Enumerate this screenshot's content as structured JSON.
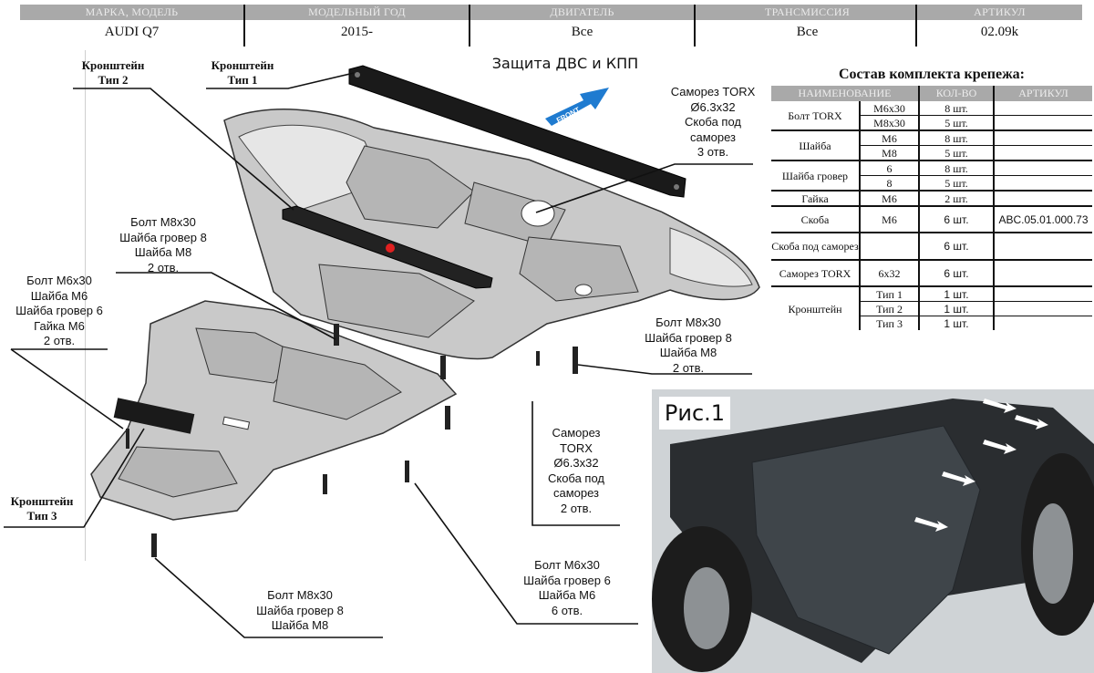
{
  "header": {
    "columns": [
      {
        "label": "МАРКА, МОДЕЛЬ",
        "value": "AUDI Q7"
      },
      {
        "label": "МОДЕЛЬНЫЙ ГОД",
        "value": "2015-"
      },
      {
        "label": "ДВИГАТЕЛЬ",
        "value": "Все"
      },
      {
        "label": "ТРАНСМИССИЯ",
        "value": "Все"
      },
      {
        "label": "АРТИКУЛ",
        "value": "02.09k"
      }
    ]
  },
  "title": "Защита ДВС и КПП",
  "front_arrow": {
    "label": "FRONT",
    "color": "#1f7bd0"
  },
  "callouts": {
    "bracket_type2": {
      "line1": "Кронштейн",
      "line2": "Тип 2"
    },
    "bracket_type1": {
      "line1": "Кронштейн",
      "line2": "Тип 1"
    },
    "bracket_type3": {
      "line1": "Кронштейн",
      "line2": "Тип 3"
    },
    "screw_top": {
      "lines": [
        "Саморез TORX",
        "Ø6.3x32",
        "Скоба под",
        "саморез",
        "3 отв."
      ]
    },
    "bolt_m8_left": {
      "lines": [
        "Болт М8х30",
        "Шайба гровер  8",
        "Шайба М8",
        "2 отв."
      ]
    },
    "bolt_m6_left": {
      "lines": [
        "Болт М6х30",
        "Шайба М6",
        "Шайба гровер  6",
        "Гайка М6",
        "2 отв."
      ]
    },
    "bolt_m8_right": {
      "lines": [
        "Болт М8х30",
        "Шайба гровер  8",
        "Шайба М8",
        "2 отв."
      ]
    },
    "screw_mid": {
      "lines": [
        "Саморез",
        "TORX",
        "Ø6.3x32",
        "Скоба под",
        "саморез",
        "2 отв."
      ]
    },
    "bolt_m6_bottom": {
      "lines": [
        "Болт М6х30",
        "Шайба гровер  6",
        "Шайба М6",
        "6 отв."
      ]
    },
    "bolt_m8_bottom": {
      "lines": [
        "Болт М8х30",
        "Шайба гровер  8",
        "Шайба М8"
      ]
    }
  },
  "kit": {
    "title": "Состав комплекта крепежа:",
    "columns": [
      "НАИМЕНОВАНИЕ",
      "КОЛ-ВО",
      "АРТИКУЛ"
    ],
    "rows": [
      {
        "name": "Болт TORX",
        "size": "М6х30",
        "qty": "8 шт.",
        "article": ""
      },
      {
        "name": "",
        "size": "М8х30",
        "qty": "5 шт.",
        "article": ""
      },
      {
        "name": "Шайба",
        "size": "М6",
        "qty": "8 шт.",
        "article": ""
      },
      {
        "name": "",
        "size": "М8",
        "qty": "5 шт.",
        "article": ""
      },
      {
        "name": "Шайба гровер",
        "size": "6",
        "qty": "8 шт.",
        "article": ""
      },
      {
        "name": "",
        "size": "8",
        "qty": "5 шт.",
        "article": ""
      },
      {
        "name": "Гайка",
        "size": "М6",
        "qty": "2 шт.",
        "article": ""
      },
      {
        "name": "Скоба",
        "size": "М6",
        "qty": "6 шт.",
        "article": "ABC.05.01.000.73"
      },
      {
        "name": "Скоба под саморез",
        "size": "",
        "qty": "6 шт.",
        "article": ""
      },
      {
        "name": "Саморез TORX",
        "size": "6х32",
        "qty": "6 шт.",
        "article": ""
      },
      {
        "name": "Кронштейн",
        "size": "Тип 1",
        "qty": "1 шт.",
        "article": ""
      },
      {
        "name": "",
        "size": "Тип 2",
        "qty": "1 шт.",
        "article": ""
      },
      {
        "name": "",
        "size": "Тип 3",
        "qty": "1 шт.",
        "article": ""
      }
    ]
  },
  "photo": {
    "label": "Рис.1"
  }
}
